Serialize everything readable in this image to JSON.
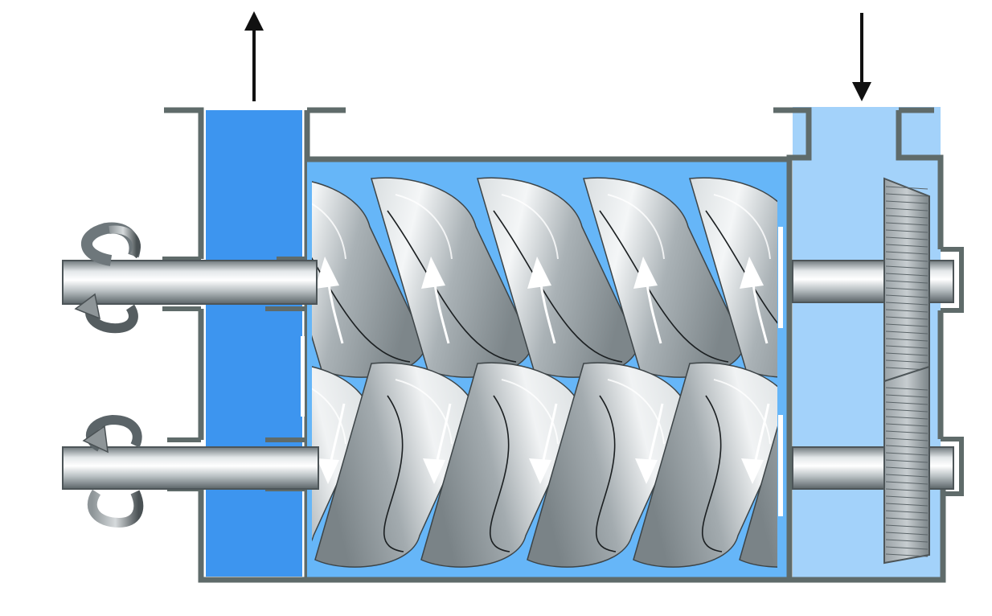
{
  "diagram": {
    "kind": "twin-screw pump cross-section",
    "labels": [],
    "colors": {
      "background": "#ffffff",
      "housing_outline": "#5f6b6a",
      "outlet_fluid": "#3d95ef",
      "chamber_fluid": "#66b6f8",
      "inlet_fluid": "#a3d2fa",
      "metal_light": "#e4e8ea",
      "metal_mid": "#b9c0c3",
      "metal_dark": "#6e777b",
      "arrow": "#111111",
      "flow_arrow": "#ffffff"
    },
    "icons": {
      "outlet_arrow": "arrow-up-icon",
      "inlet_arrow": "arrow-down-icon",
      "rotation_top": "rotate-counterclockwise-icon",
      "rotation_bottom": "rotate-clockwise-icon"
    },
    "parts": {
      "screw_rotors": 2,
      "drive_shafts": 2,
      "timing_gears": 2,
      "upper_flow_direction": "up",
      "lower_flow_direction": "down"
    }
  }
}
